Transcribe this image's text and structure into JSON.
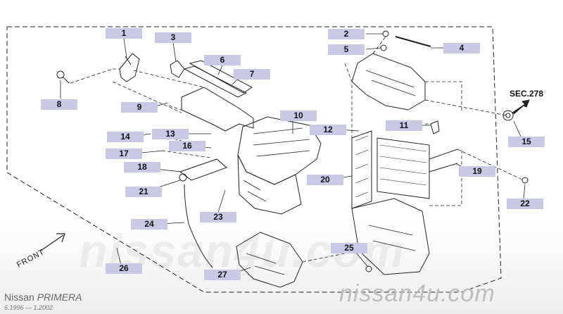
{
  "callouts": {
    "c1": "1",
    "c2": "2",
    "c3": "3",
    "c4": "4",
    "c5": "5",
    "c6": "6",
    "c7": "7",
    "c8": "8",
    "c9": "9",
    "c10": "10",
    "c11": "11",
    "c12": "12",
    "c13": "13",
    "c14": "14",
    "c15": "15",
    "c16": "16",
    "c17": "17",
    "c18": "18",
    "c19": "19",
    "c20": "20",
    "c21": "21",
    "c22": "22",
    "c23": "23",
    "c24": "24",
    "c25": "25",
    "c26": "26",
    "c27": "27"
  },
  "section_ref": "SEC.278",
  "front_label": "FRONT",
  "watermark": "nissan4u.com",
  "branding": {
    "make": "Nissan",
    "model": "PRIMERA",
    "years": "6.1996 — 1.2002",
    "site": "nissan4u.com"
  },
  "colors": {
    "callout_bg": "#c9c9e6",
    "line": "#222222"
  }
}
